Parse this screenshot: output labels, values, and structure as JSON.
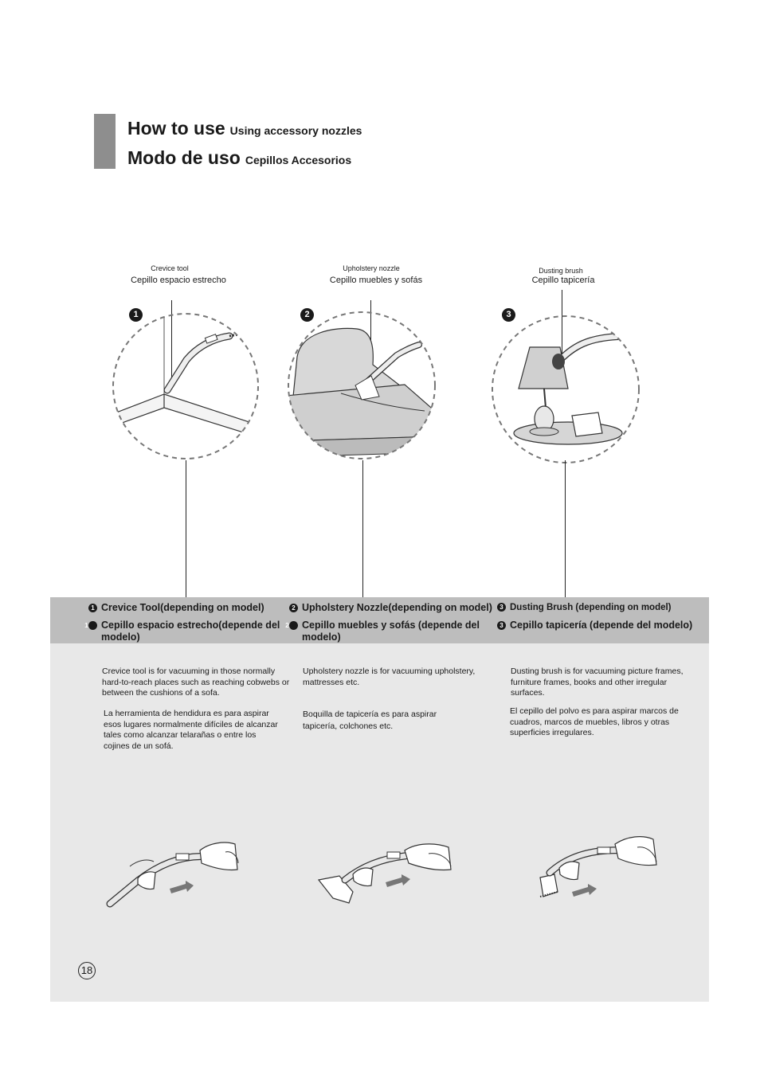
{
  "header": {
    "title_en": "How to use",
    "subtitle_en": "Using accessory nozzles",
    "title_es": "Modo de uso",
    "subtitle_es": "Cepillos Accesorios"
  },
  "illustrations": [
    {
      "number": "1",
      "caption_en": "Crevice tool",
      "caption_es": "Cepillo espacio estrecho"
    },
    {
      "number": "2",
      "caption_en": "Upholstery nozzle",
      "caption_es": "Cepillo muebles y sofás"
    },
    {
      "number": "3",
      "caption_en": "Dusting brush",
      "caption_es": "Cepillo tapicería"
    }
  ],
  "columns": [
    {
      "number": "1",
      "heading_en": "Crevice Tool(depending on model)",
      "heading_es": "Cepillo espacio estrecho(depende del modelo)",
      "text_en": "Crevice tool is for vacuuming in those normally hard-to-reach places such as reaching cobwebs or between the cushions of a sofa.",
      "text_es": "La herramienta de hendidura es para aspirar esos lugares normalmente difíciles de alcanzar tales como alcanzar telarañas o entre los cojines de un sofá."
    },
    {
      "number": "2",
      "heading_en": "Upholstery Nozzle(depending on model)",
      "heading_es": "Cepillo muebles y sofás (depende del modelo)",
      "text_en": "Upholstery nozzle is for vacuuming upholstery, mattresses etc.",
      "text_es": "Boquilla de tapicería es para aspirar tapicería, colchones  etc."
    },
    {
      "number": "3",
      "heading_en": "Dusting Brush (depending on model)",
      "heading_es": "Cepillo tapicería (depende del modelo)",
      "text_en": "Dusting brush is for vacuuming picture frames, furniture frames, books and other irregular surfaces.",
      "text_es": "El cepillo del polvo es para aspirar marcos de cuadros, marcos de muebles, libros y otras superficies irregulares."
    }
  ],
  "page_number": "18"
}
